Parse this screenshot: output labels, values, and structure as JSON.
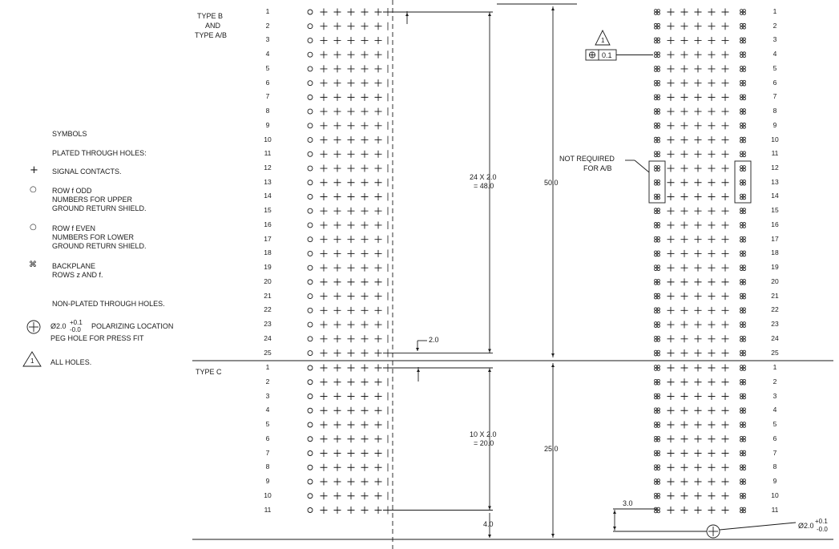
{
  "legend": {
    "symbols_heading": "SYMBOLS",
    "plated_heading": "PLATED THROUGH HOLES:",
    "signal_contacts": "SIGNAL CONTACTS.",
    "row_f_odd": [
      "ROW f ODD",
      "NUMBERS FOR UPPER",
      "GROUND RETURN SHIELD."
    ],
    "row_f_even": [
      "ROW f EVEN",
      "NUMBERS FOR LOWER",
      "GROUND RETURN SHIELD."
    ],
    "backplane": [
      "BACKPLANE",
      "ROWS z AND f."
    ],
    "non_plated_heading": "NON-PLATED THROUGH HOLES.",
    "polarizing_dia": "Ø2.0",
    "polarizing_tol_plus": "+0.1",
    "polarizing_tol_minus": "-0.0",
    "polarizing_label": "POLARIZING LOCATION",
    "peg_hole": "PEG HOLE FOR PRESS FIT",
    "all_holes": "ALL HOLES.",
    "all_holes_datum": "1"
  },
  "type_b_label": [
    "TYPE B",
    "AND",
    "TYPE A/B"
  ],
  "type_c_label": "TYPE C",
  "type_b_rows": [
    "1",
    "2",
    "3",
    "4",
    "5",
    "6",
    "7",
    "8",
    "9",
    "10",
    "11",
    "12",
    "13",
    "14",
    "15",
    "16",
    "17",
    "18",
    "19",
    "20",
    "21",
    "22",
    "23",
    "24",
    "25"
  ],
  "type_c_rows": [
    "1",
    "2",
    "3",
    "4",
    "5",
    "6",
    "7",
    "8",
    "9",
    "10",
    "11"
  ],
  "dimensions": {
    "pitch_b_line1": "24 X 2.0",
    "pitch_b_line2": "= 48.0",
    "total_b": "50.0",
    "pitch_c_line1": "10 X 2.0",
    "pitch_c_line2": "= 20.0",
    "total_c": "25.0",
    "offset_b": "2.0",
    "offset_c": "4.0",
    "peg_offset": "3.0",
    "position_tolerance": "0.1",
    "position_datum": "1",
    "peg_dia": "Ø2.0",
    "peg_tol_plus": "+0.1",
    "peg_tol_minus": "-0.0"
  },
  "notes": {
    "not_required_line1": "NOT REQUIRED",
    "not_required_line2": "FOR A/B"
  }
}
